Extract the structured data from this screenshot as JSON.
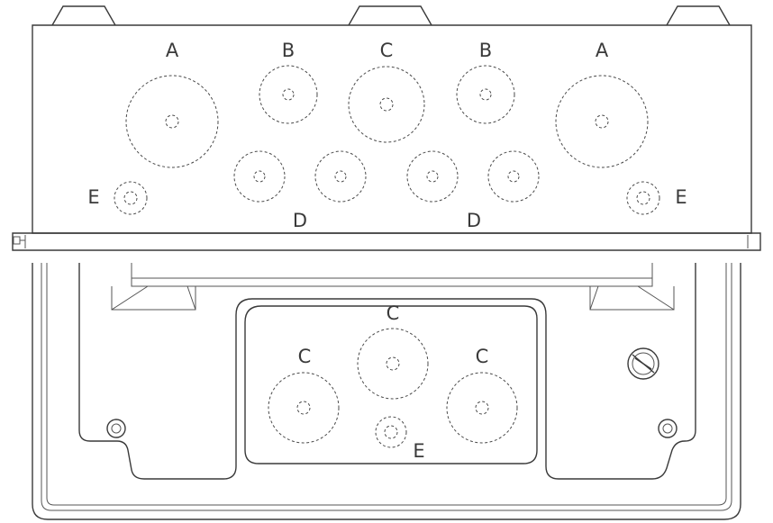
{
  "top_view": {
    "labels": [
      {
        "id": "A-left",
        "text": "A"
      },
      {
        "id": "B-left",
        "text": "B"
      },
      {
        "id": "C-top",
        "text": "C"
      },
      {
        "id": "B-right",
        "text": "B"
      },
      {
        "id": "A-right",
        "text": "A"
      },
      {
        "id": "E-left",
        "text": "E"
      },
      {
        "id": "E-right",
        "text": "E"
      },
      {
        "id": "D-left",
        "text": "D"
      },
      {
        "id": "D-right",
        "text": "D"
      }
    ]
  },
  "bottom_view": {
    "labels": [
      {
        "id": "C-center",
        "text": "C"
      },
      {
        "id": "C-left",
        "text": "C"
      },
      {
        "id": "C-right",
        "text": "C"
      },
      {
        "id": "E-bottom",
        "text": "E"
      }
    ]
  }
}
